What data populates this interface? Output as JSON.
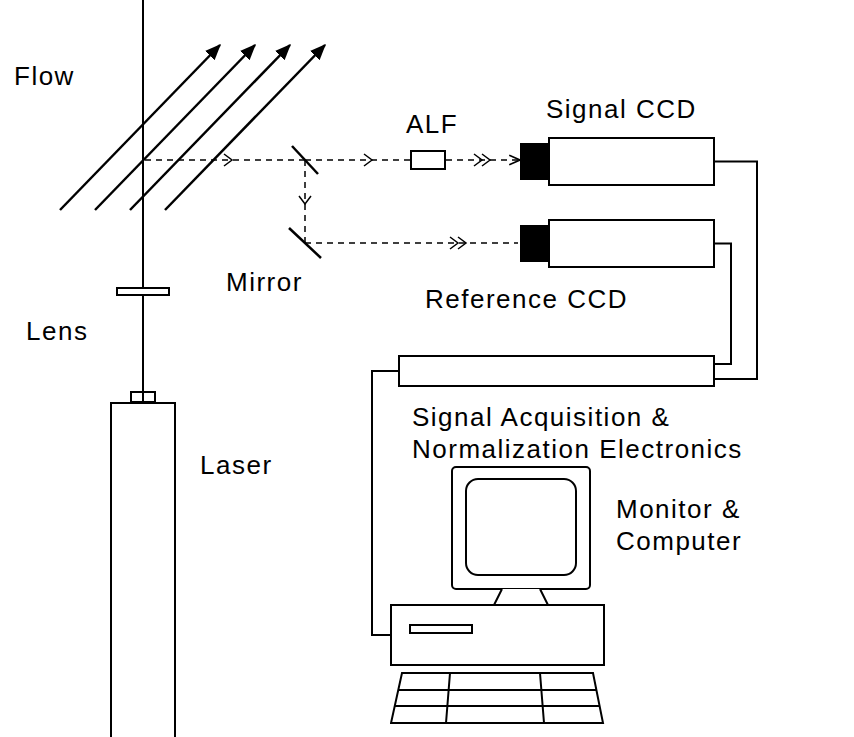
{
  "diagram": {
    "nodes": [
      {
        "text": [
          "Laser"
        ]
      },
      {
        "text": [
          "Lens"
        ]
      },
      {
        "text": [
          "ALF"
        ]
      },
      {
        "text": [
          "Signal CCD"
        ]
      },
      {
        "text": [
          "Reference CCD"
        ]
      },
      {
        "text": [
          "Signal Acquisition & Normalization Electronics"
        ]
      },
      {
        "text": [
          "Monitor & Computer"
        ]
      }
    ],
    "edges": [
      {
        "from": 0,
        "to": 1,
        "arrow": "none"
      },
      {
        "from": 2,
        "to": 3,
        "arrow": "to"
      },
      {
        "from": 3,
        "to": 5,
        "arrow": "none"
      },
      {
        "from": 4,
        "to": 5,
        "arrow": "none"
      },
      {
        "from": 5,
        "to": 6,
        "arrow": "none"
      }
    ],
    "labels": [
      "Flow",
      "Mirror"
    ]
  }
}
